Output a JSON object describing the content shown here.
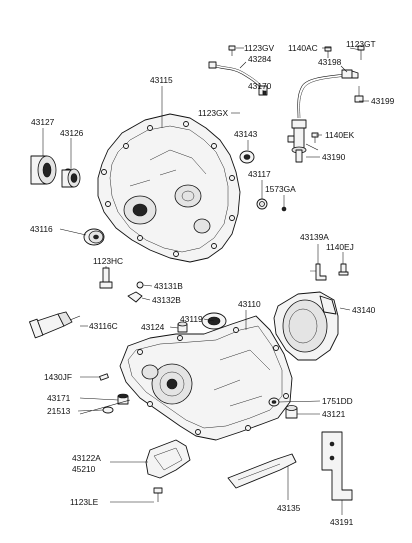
{
  "labels": {
    "l_1123GV": "1123GV",
    "l_1140AC": "1140AC",
    "l_1123GT": "1123GT",
    "l_43284": "43284",
    "l_43170": "43170",
    "l_43198": "43198",
    "l_43199": "43199",
    "l_43115": "43115",
    "l_1123GX": "1123GX",
    "l_43127": "43127",
    "l_43126": "43126",
    "l_43143": "43143",
    "l_1140EK": "1140EK",
    "l_43190": "43190",
    "l_43117": "43117",
    "l_1573GA": "1573GA",
    "l_43116": "43116",
    "l_43139A": "43139A",
    "l_1140EJ": "1140EJ",
    "l_1123HC": "1123HC",
    "l_43131B": "43131B",
    "l_43132B": "43132B",
    "l_43119": "43119",
    "l_43110": "43110",
    "l_43140": "43140",
    "l_43116C": "43116C",
    "l_43124": "43124",
    "l_1430JF": "1430JF",
    "l_43171": "43171",
    "l_1751DD": "1751DD",
    "l_21513": "21513",
    "l_43121": "43121",
    "l_43122A": "43122A",
    "l_45210": "45210",
    "l_1123LE": "1123LE",
    "l_43135": "43135",
    "l_43191": "43191"
  }
}
